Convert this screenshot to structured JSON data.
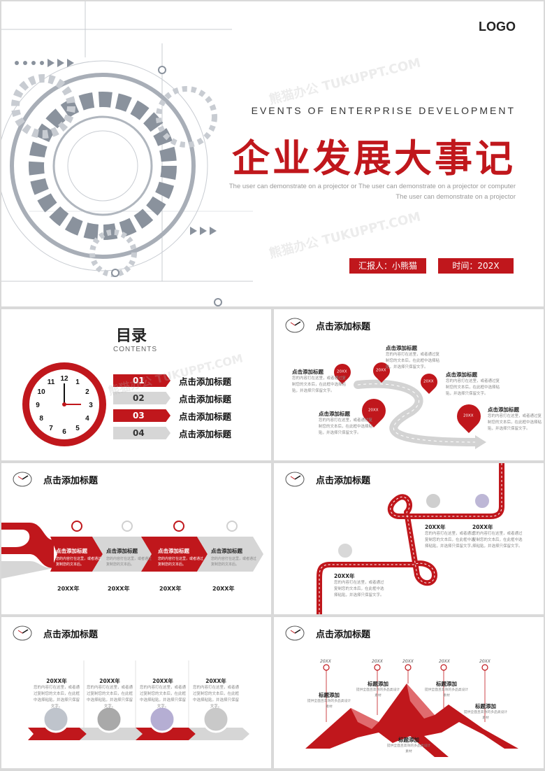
{
  "colors": {
    "accent": "#c0171c",
    "gray": "#d6d6d6",
    "dark": "#222222"
  },
  "cover": {
    "logo": "LOGO",
    "subtitle_en": "EVENTS OF ENTERPRISE DEVELOPMENT",
    "title": "企业发展大事记",
    "desc_line1": "The user can demonstrate on a projector or The user can demonstrate on a projector or computer",
    "desc_line2": "The user can demonstrate on a projector",
    "reporter": "汇报人：小熊猫",
    "time": "时间：202X",
    "watermark": "熊猫办公 TUKUPPT.COM"
  },
  "contents": {
    "title": "目录",
    "subtitle": "CONTENTS",
    "items": [
      {
        "num": "01",
        "label": "点击添加标题"
      },
      {
        "num": "02",
        "label": "点击添加标题"
      },
      {
        "num": "03",
        "label": "点击添加标题"
      },
      {
        "num": "04",
        "label": "点击添加标题"
      }
    ],
    "clock_numbers": [
      "12",
      "1",
      "2",
      "3",
      "4",
      "5",
      "6",
      "7",
      "8",
      "9",
      "10",
      "11"
    ]
  },
  "slide_road": {
    "title": "点击添加标题",
    "pins": [
      "20XX",
      "20XX",
      "20XX",
      "20XX",
      "20XX"
    ],
    "blocks": [
      {
        "heading": "点击添加标题",
        "text": "您的内容打在这里，或者通过复制您的文本后，在此框中选择粘贴，并选择只保留文字。"
      },
      {
        "heading": "点击添加标题",
        "text": "您的内容打在这里，或者通过复制您的文本后，在此框中选择粘贴，并选择只保留文字。"
      },
      {
        "heading": "点击添加标题",
        "text": "您的内容打在这里，或者通过复制您的文本后，在此框中选择粘贴，并选择只保留文字。"
      },
      {
        "heading": "点击添加标题",
        "text": "您的内容打在这里，或者通过复制您的文本后，在此框中选择粘贴，并选择只保留文字。"
      },
      {
        "heading": "点击添加标题",
        "text": "您的内容打在这里，或者通过复制您的文本后，在此框中选择粘贴，并选择只保留文字。"
      }
    ]
  },
  "slide_arrows": {
    "title": "点击添加标题",
    "steps": [
      {
        "heading": "点击添加标题",
        "text": "您的内容打在这里，或者通过复制您的文本后。",
        "year": "20XX年"
      },
      {
        "heading": "点击添加标题",
        "text": "您的内容打在这里，或者通过复制您的文本后。",
        "year": "20XX年"
      },
      {
        "heading": "点击添加标题",
        "text": "您的内容打在这里，或者通过复制您的文本后。",
        "year": "20XX年"
      },
      {
        "heading": "点击添加标题",
        "text": "您的内容打在这里，或者通过复制您的文本后。",
        "year": "20XX年"
      }
    ]
  },
  "slide_path": {
    "title": "点击添加标题",
    "blocks": [
      {
        "year": "20XX年",
        "text": "您的内容打在这里，或者通过复制您的文本后，在此框中选择粘贴，并选择只保留文字。"
      },
      {
        "year": "20XX年",
        "text": "您的内容打在这里，或者通过复制您的文本后，在此框中选择粘贴，并选择只保留文字。"
      },
      {
        "year": "20XX年",
        "text": "您的内容打在这里，或者通过复制您的文本后，在此框中选择粘贴，并选择只保留文字。"
      }
    ]
  },
  "slide_photos": {
    "title": "点击添加标题",
    "cols": [
      {
        "year": "20XX年",
        "text": "您的内容打在这里，或者通过复制您的文本后，在此框中选择粘贴，并选择只保留文字。"
      },
      {
        "year": "20XX年",
        "text": "您的内容打在这里，或者通过复制您的文本后，在此框中选择粘贴，并选择只保留文字。"
      },
      {
        "year": "20XX年",
        "text": "您的内容打在这里，或者通过复制您的文本后，在此框中选择粘贴，并选择只保留文字。"
      },
      {
        "year": "20XX年",
        "text": "您的内容打在这里，或者通过复制您的文本后，在此框中选择粘贴，并选择只保留文字。"
      }
    ]
  },
  "slide_mountain": {
    "title": "点击添加标题",
    "years": [
      "20XX",
      "20XX",
      "20XX",
      "20XX",
      "20XX"
    ],
    "labels": [
      {
        "heading": "标题添加",
        "text": "提供全面且高效的多品类设计素材"
      },
      {
        "heading": "标题添加",
        "text": "提供全面且高效的多品类设计素材"
      },
      {
        "heading": "标题添加",
        "text": "提供全面且高效的多品类设计素材"
      },
      {
        "heading": "标题添加",
        "text": "提供全面且高效的多品类设计素材"
      },
      {
        "heading": "标题添加",
        "text": "提供全面且高效的多品类设计素材"
      }
    ]
  }
}
